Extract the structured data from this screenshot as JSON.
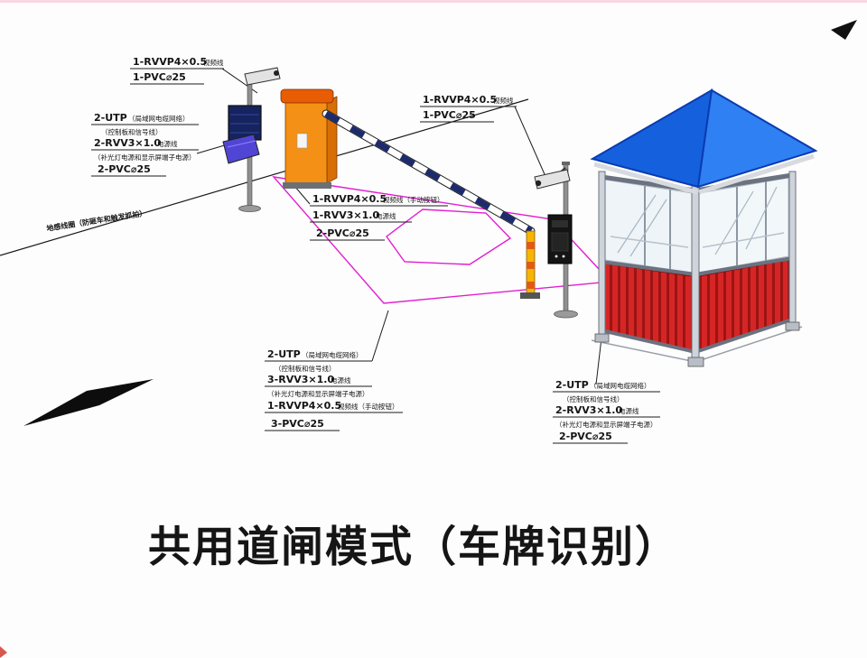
{
  "title": "共用道闸模式（车牌识别）",
  "ground_loop_label": "地感线圈（防砸车和触发抓拍）",
  "wiring_labels": {
    "camera1": {
      "line1": {
        "main": "1-RVVP4×0.5",
        "note": "视频线"
      },
      "line2": {
        "main": "1-PVC⌀25"
      }
    },
    "display_left": {
      "line1": {
        "main": "2-UTP",
        "note": "（局域网电缆网络）"
      },
      "line2": {
        "note": "（控制板和信号线）"
      },
      "line3": {
        "main": "2-RVV3×1.0",
        "note": "电源线"
      },
      "line4": {
        "note": "（补光灯电源和显示屏端子电源）"
      },
      "line5": {
        "main": "2-PVC⌀25"
      }
    },
    "camera2": {
      "line1": {
        "main": "1-RVVP4×0.5",
        "note": "视频线"
      },
      "line2": {
        "main": "1-PVC⌀25"
      }
    },
    "barrier": {
      "line1": {
        "main": "1-RVVP4×0.5",
        "note": "视频线（手动按钮）"
      },
      "line2": {
        "main": "1-RVV3×1.0",
        "note": "电源线"
      },
      "line3": {
        "main": "2-PVC⌀25"
      }
    },
    "lane": {
      "line1": {
        "main": "2-UTP",
        "note": "（局域网电缆网络）"
      },
      "line2": {
        "note": "（控制板和信号线）"
      },
      "line3": {
        "main": "3-RVV3×1.0",
        "note": "电源线"
      },
      "line4": {
        "note": "（补光灯电源和显示屏端子电源）"
      },
      "line5": {
        "main": "1-RVVP4×0.5",
        "note": "视频线（手动按钮）"
      },
      "line6": {
        "main": "3-PVC⌀25"
      }
    },
    "booth": {
      "line1": {
        "main": "2-UTP",
        "note": "（局域网电缆网络）"
      },
      "line2": {
        "note": "（控制板和信号线）"
      },
      "line3": {
        "main": "2-RVV3×1.0",
        "note": "电源线"
      },
      "line4": {
        "note": "（补光灯电源和显示屏端子电源）"
      },
      "line5": {
        "main": "2-PVC⌀25"
      }
    }
  },
  "colors": {
    "loop_magenta": "#e11fd0",
    "roof_blue_left": "#1560dd",
    "roof_blue_right": "#2f80f2",
    "barrier_orange": "#f59016",
    "barrier_orange_side": "#d86f06",
    "barrier_cap": "#e85d04",
    "panel_red": "#d62525",
    "panel_red_dark": "#9c1414",
    "led_navy": "#16235e",
    "floodlight_purple": "#5145d5",
    "boom_navy": "#1c2a6e",
    "rest_post_yellow": "#f6b500",
    "rest_post_stripe": "#e05a14",
    "line_black": "#1a1a1a",
    "title_black": "#141414"
  }
}
